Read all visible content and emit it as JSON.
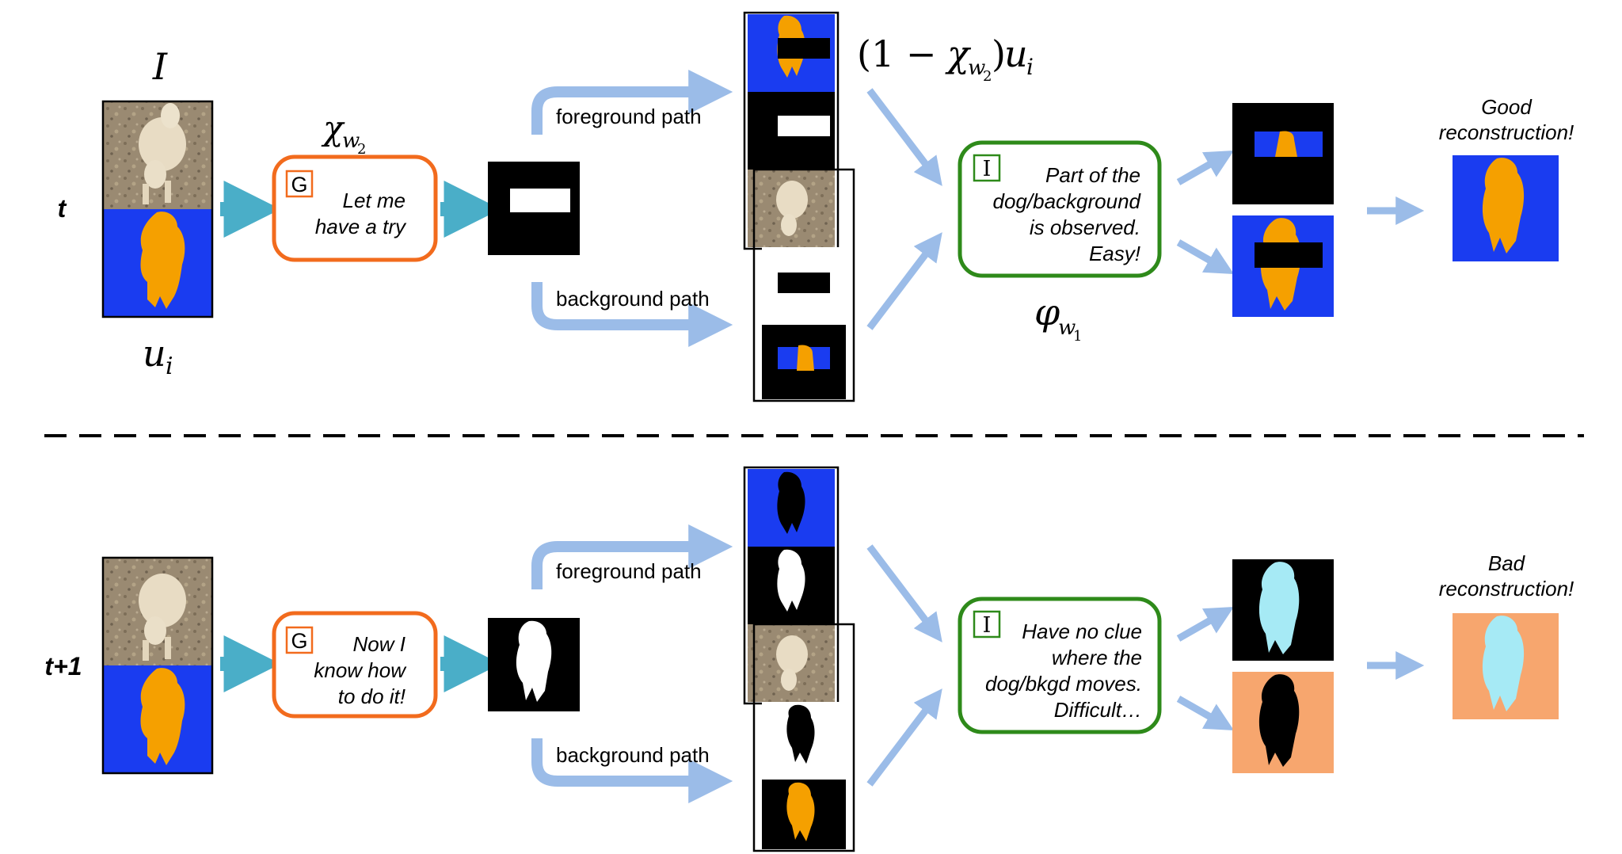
{
  "rows": [
    {
      "time_label": "t",
      "generator_badge": "G",
      "generator_text": [
        "Let me",
        "have a try"
      ],
      "foreground_path_label": "foreground path",
      "background_path_label": "background path",
      "inpainter_badge": "I",
      "inpainter_text": [
        "Part of the",
        "dog/background",
        "is observed.",
        "Easy!"
      ],
      "result_text": [
        "Good",
        "reconstruction!"
      ]
    },
    {
      "time_label": "t+1",
      "generator_badge": "G",
      "generator_text": [
        "Now I",
        "know how",
        "to do it!"
      ],
      "foreground_path_label": "foreground path",
      "background_path_label": "background path",
      "inpainter_badge": "I",
      "inpainter_text": [
        "Have no clue",
        "where the",
        "dog/bkgd moves.",
        "Difficult…"
      ],
      "result_text": [
        "Bad",
        "reconstruction!"
      ]
    }
  ],
  "math": {
    "image_symbol": "I",
    "flow_symbol": "u",
    "flow_subscript": "i",
    "generator_symbol": "χ",
    "generator_subscript": "w",
    "generator_subsubscript": "2",
    "masked_flow_prefix": "(1 − ",
    "masked_flow_suffix": ")",
    "inpainter_symbol": "φ",
    "inpainter_subscript": "w",
    "inpainter_subsubscript": "1"
  },
  "colors": {
    "flow_blue": "#1a3cf0",
    "dog_orange": "#f5a000",
    "dog_cyan": "#a6eaf5",
    "bad_background": "#f7a66e",
    "generator_border": "#f26b1d",
    "inpainter_border": "#2e8a1a",
    "teal_arrow": "#4aaec8",
    "light_blue_arrow": "#9bbce8",
    "photo_tone": "#9a8a72"
  }
}
